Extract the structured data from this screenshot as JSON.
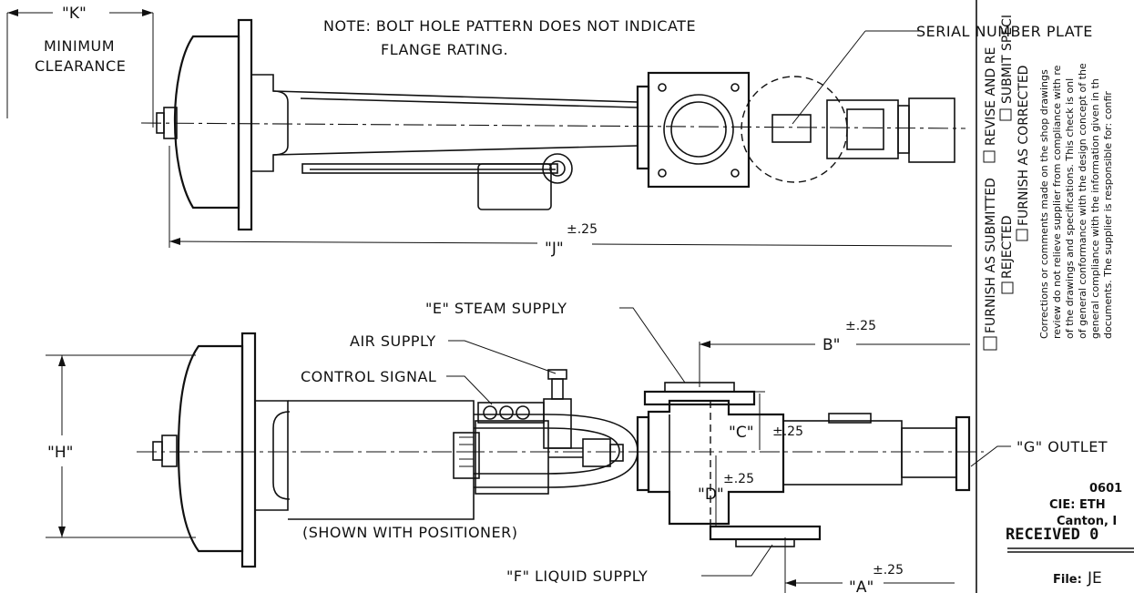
{
  "note": {
    "line1": "NOTE:  BOLT HOLE PATTERN DOES NOT INDICATE",
    "line2": "FLANGE RATING."
  },
  "dimensions": {
    "k": "\"K\"",
    "min_clearance_1": "MINIMUM",
    "min_clearance_2": "CLEARANCE",
    "j": "\"J\"",
    "j_tol": "±.25",
    "h": "\"H\"",
    "b": "B\"",
    "b_tol": "±.25",
    "c": "\"C\"",
    "c_tol": "±.25",
    "d": "\"D\"",
    "d_tol": "±.25",
    "a": "\"A\"",
    "a_tol": "±.25"
  },
  "callouts": {
    "serial_plate": "SERIAL NUMBER PLATE",
    "steam_supply": "\"E\"  STEAM SUPPLY",
    "air_supply": "AIR SUPPLY",
    "control_signal": "CONTROL SIGNAL",
    "outlet": "\"G\"  OUTLET",
    "positioner_note": "(SHOWN WITH POSITIONER)",
    "liquid_supply": "\"F\"  LIQUID SUPPLY"
  },
  "review_stamp": {
    "furnish_as_submitted": "FURNISH AS SUBMITTED",
    "rejected": "REJECTED",
    "revise_and_resubmit": "REVISE AND RE",
    "submit_spec": "SUBMIT SPECI",
    "furnish_as_corrected": "FURNISH AS CORRECTED",
    "fine_1": "Corrections or comments made on the shop drawings",
    "fine_2": "review do not relieve supplier from compliance with re",
    "fine_3": "of the drawings and specifications.  This check is onl",
    "fine_4": "of general conformance with the design concept of the",
    "fine_5": "general compliance with the information given in th",
    "fine_6": "documents.  The supplier is responsible for: confir"
  },
  "corner_block": {
    "code": "0601",
    "cie": "CIE: ETH",
    "city": "Canton, I",
    "received": "RECEIVED 0",
    "file_label": "File:",
    "file_value": "JE"
  }
}
